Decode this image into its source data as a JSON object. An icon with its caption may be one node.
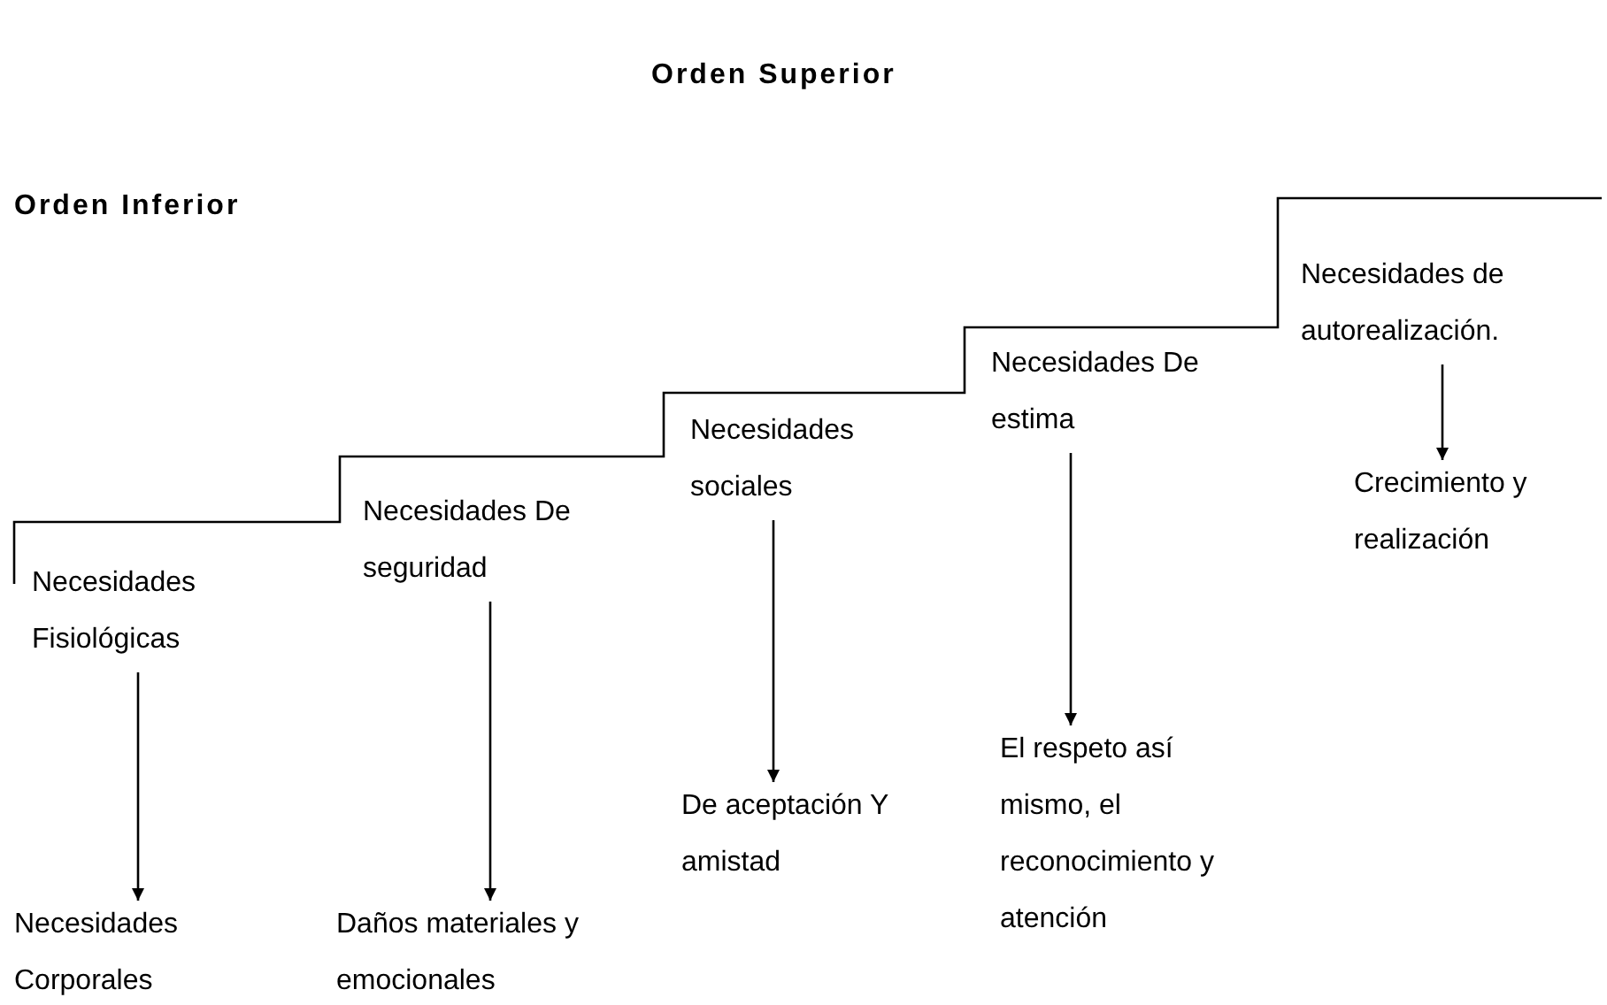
{
  "diagram": {
    "nodes": [
      {
        "text": [
          "Necesidades Fisiológicas"
        ]
      },
      {
        "text": [
          "Necesidades Corporales"
        ]
      },
      {
        "text": [
          "Necesidades De seguridad"
        ]
      },
      {
        "text": [
          "Daños materiales y emocionales"
        ]
      },
      {
        "text": [
          "Necesidades sociales"
        ]
      },
      {
        "text": [
          "De aceptación Y amistad"
        ]
      },
      {
        "text": [
          "Necesidades De estima"
        ]
      },
      {
        "text": [
          "El respeto así mismo, el reconocimiento y atención"
        ]
      },
      {
        "text": [
          "Necesidades de autorealización."
        ]
      },
      {
        "text": [
          "Crecimiento y realización"
        ]
      }
    ],
    "edges": [
      {
        "from": 0,
        "to": 1,
        "arrow": "to"
      },
      {
        "from": 2,
        "to": 3,
        "arrow": "to"
      },
      {
        "from": 4,
        "to": 5,
        "arrow": "to"
      },
      {
        "from": 6,
        "to": 7,
        "arrow": "to"
      },
      {
        "from": 8,
        "to": 9,
        "arrow": "to"
      }
    ],
    "labels": [
      "Orden Superior",
      "Orden Inferior"
    ]
  }
}
